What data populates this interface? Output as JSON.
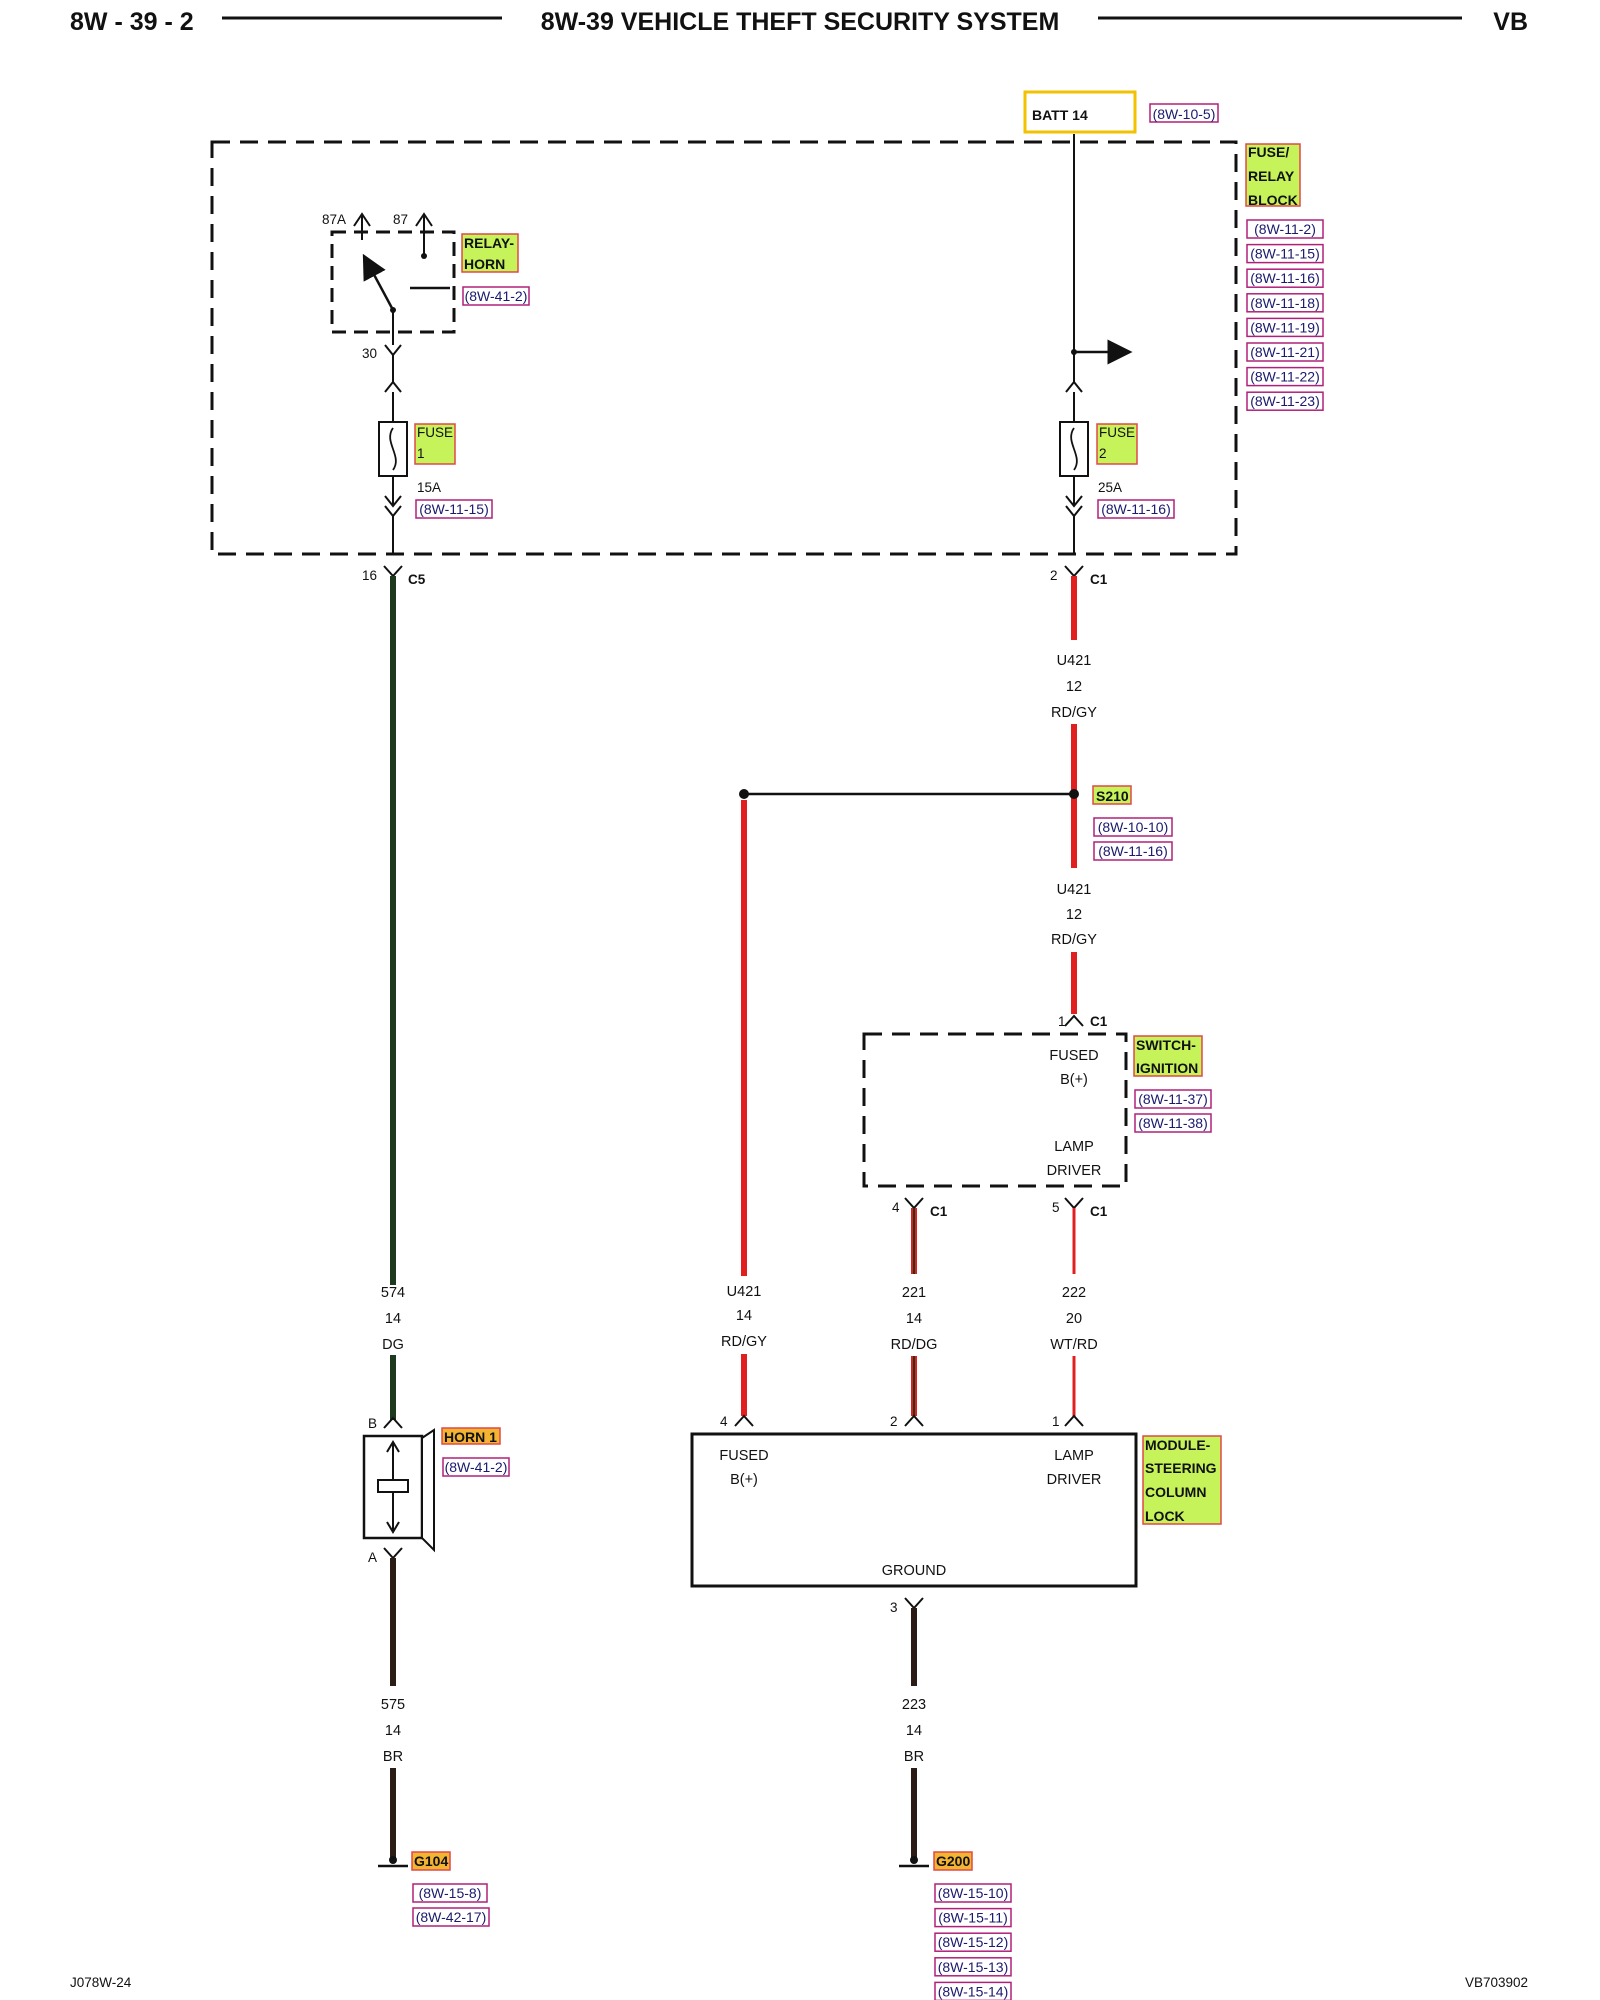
{
  "header": {
    "page": "8W - 39 - 2",
    "title": "8W-39 VEHICLE THEFT SECURITY SYSTEM",
    "code": "VB"
  },
  "footer": {
    "left": "J078W-24",
    "right": "VB703902"
  },
  "batt": {
    "label": "BATT 14",
    "ref": "(8W-10-5)"
  },
  "fuse_relay_block": {
    "label_lines": [
      "FUSE/",
      "RELAY",
      "BLOCK"
    ],
    "refs": [
      "(8W-11-2)",
      "(8W-11-15)",
      "(8W-11-16)",
      "(8W-11-18)",
      "(8W-11-19)",
      "(8W-11-21)",
      "(8W-11-22)",
      "(8W-11-23)"
    ]
  },
  "relay_horn": {
    "label_lines": [
      "RELAY-",
      "HORN"
    ],
    "ref": "(8W-41-2)",
    "pin_87a": "87A",
    "pin_87": "87",
    "pin_30": "30"
  },
  "fuse1": {
    "label_lines": [
      "FUSE",
      "1"
    ],
    "rating": "15A",
    "ref": "(8W-11-15)"
  },
  "fuse2": {
    "label_lines": [
      "FUSE",
      "2"
    ],
    "rating": "25A",
    "ref": "(8W-11-16)"
  },
  "conn_c5": {
    "pin": "16",
    "name": "C5"
  },
  "conn_c1_top": {
    "pin": "2",
    "name": "C1"
  },
  "wire_u421_a": {
    "circuit": "U421",
    "gauge": "12",
    "color": "RD/GY"
  },
  "splice_s210": {
    "label": "S210",
    "refs": [
      "(8W-10-10)",
      "(8W-11-16)"
    ]
  },
  "wire_u421_b": {
    "circuit": "U421",
    "gauge": "12",
    "color": "RD/GY"
  },
  "ignition_switch": {
    "label_lines": [
      "SWITCH-",
      "IGNITION"
    ],
    "refs": [
      "(8W-11-37)",
      "(8W-11-38)"
    ],
    "in_pin": "1",
    "in_conn": "C1",
    "text_fused": "FUSED",
    "text_b": "B(+)",
    "text_lamp": "LAMP",
    "text_driver": "DRIVER",
    "out_pin_4": "4",
    "out_conn_4": "C1",
    "out_pin_5": "5",
    "out_conn_5": "C1"
  },
  "wire_574": {
    "circuit": "574",
    "gauge": "14",
    "color": "DG"
  },
  "wire_u421_c": {
    "circuit": "U421",
    "gauge": "14",
    "color": "RD/GY"
  },
  "wire_221": {
    "circuit": "221",
    "gauge": "14",
    "color": "RD/DG"
  },
  "wire_222": {
    "circuit": "222",
    "gauge": "20",
    "color": "WT/RD"
  },
  "horn": {
    "label": "HORN 1",
    "ref": "(8W-41-2)",
    "pin_b": "B",
    "pin_a": "A"
  },
  "steering_lock": {
    "label_lines": [
      "MODULE-",
      "STEERING",
      "COLUMN",
      "LOCK"
    ],
    "pin_4": "4",
    "pin_2": "2",
    "pin_1": "1",
    "pin_3": "3",
    "text_fused": "FUSED",
    "text_b": "B(+)",
    "text_lamp": "LAMP",
    "text_driver": "DRIVER",
    "text_ground": "GROUND"
  },
  "wire_575": {
    "circuit": "575",
    "gauge": "14",
    "color": "BR"
  },
  "wire_223": {
    "circuit": "223",
    "gauge": "14",
    "color": "BR"
  },
  "ground_g104": {
    "label": "G104",
    "refs": [
      "(8W-15-8)",
      "(8W-42-17)"
    ]
  },
  "ground_g200": {
    "label": "G200",
    "refs": [
      "(8W-15-10)",
      "(8W-15-11)",
      "(8W-15-12)",
      "(8W-15-13)",
      "(8W-15-14)"
    ]
  },
  "colors": {
    "wire_red": "#e02020",
    "wire_dark_green": "#1e3a1e",
    "wire_brown": "#2b1d16",
    "tag_fill": "#c6f25a",
    "tag_border": "#e04848",
    "ground_tag_fill": "#f2b431",
    "batt_border": "#f2c200",
    "ref_border": "#b0207a"
  }
}
